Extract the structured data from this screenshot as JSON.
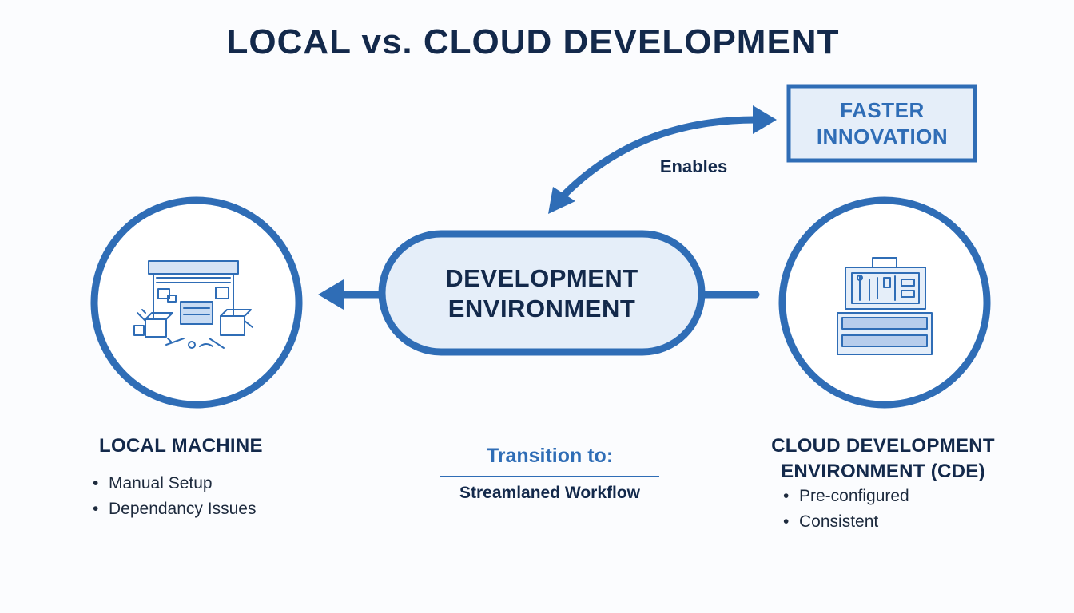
{
  "title": "LOCAL vs. CLOUD DEVELOPMENT",
  "center_node": {
    "line1": "DEVELOPMENT",
    "line2": "ENVIRONMENT"
  },
  "top_node": {
    "line1": "FASTER",
    "line2": "INNOVATION"
  },
  "edge_label": "Enables",
  "local": {
    "heading": "LOCAL MACHINE",
    "bullets": [
      "Manual Setup",
      "Dependancy Issues"
    ],
    "icon": "cluttered-workshop-icon"
  },
  "cloud": {
    "heading_line1": "CLOUD DEVELOPMENT",
    "heading_line2": "ENVIRONMENT (CDE)",
    "bullets": [
      "Pre-configured",
      "Consistent"
    ],
    "icon": "organized-toolbox-icon"
  },
  "transition": {
    "label": "Transition to:",
    "value": "Streamlaned Workflow"
  },
  "colors": {
    "accent": "#2f6db6",
    "accent_light": "#e5eef9",
    "text_dark": "#13294b"
  }
}
